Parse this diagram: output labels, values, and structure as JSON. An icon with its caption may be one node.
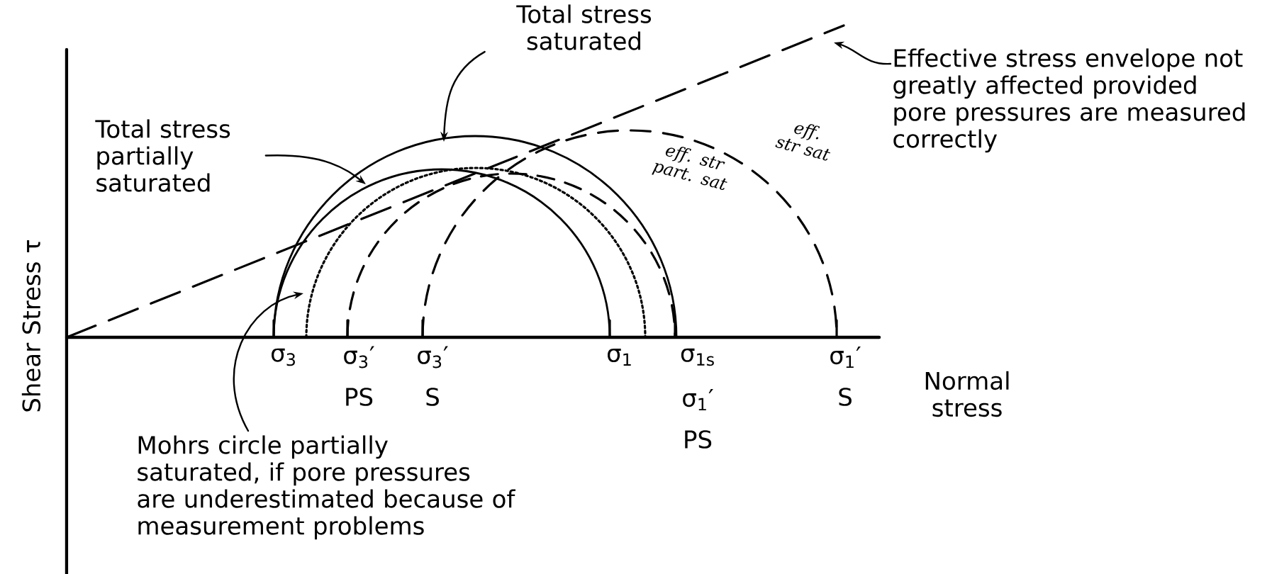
{
  "diagram": {
    "nodes": [
      {
        "text": [
          "Total stress saturated"
        ]
      },
      {
        "text": [
          "Total stress partially saturated"
        ]
      },
      {
        "text": [
          "Effective stress envelope not greatly affected provided pore pressures are measured correctly"
        ]
      },
      {
        "text": [
          "Mohrs circle partially saturated, if pore pressures are underestimated because of measurement problems"
        ]
      }
    ],
    "edges": [
      {
        "from": 0,
        "to": null,
        "arrow": "to"
      },
      {
        "from": 1,
        "to": null,
        "arrow": "to"
      },
      {
        "from": 2,
        "to": null,
        "arrow": "to"
      },
      {
        "from": 3,
        "to": null,
        "arrow": "to"
      }
    ],
    "labels": [
      "Shear Stress τ",
      "σ$_{3}$",
      "σ$_{3}$′",
      "PS",
      "σ$_{3}$′",
      "S",
      "σ$_{1}$",
      "σ$_{1s}$",
      "σ$_{1}$′",
      "PS",
      "σ$_{1}$′",
      "S",
      "Normal stress",
      "eff. str part. sat",
      "eff. str sat"
    ]
  }
}
